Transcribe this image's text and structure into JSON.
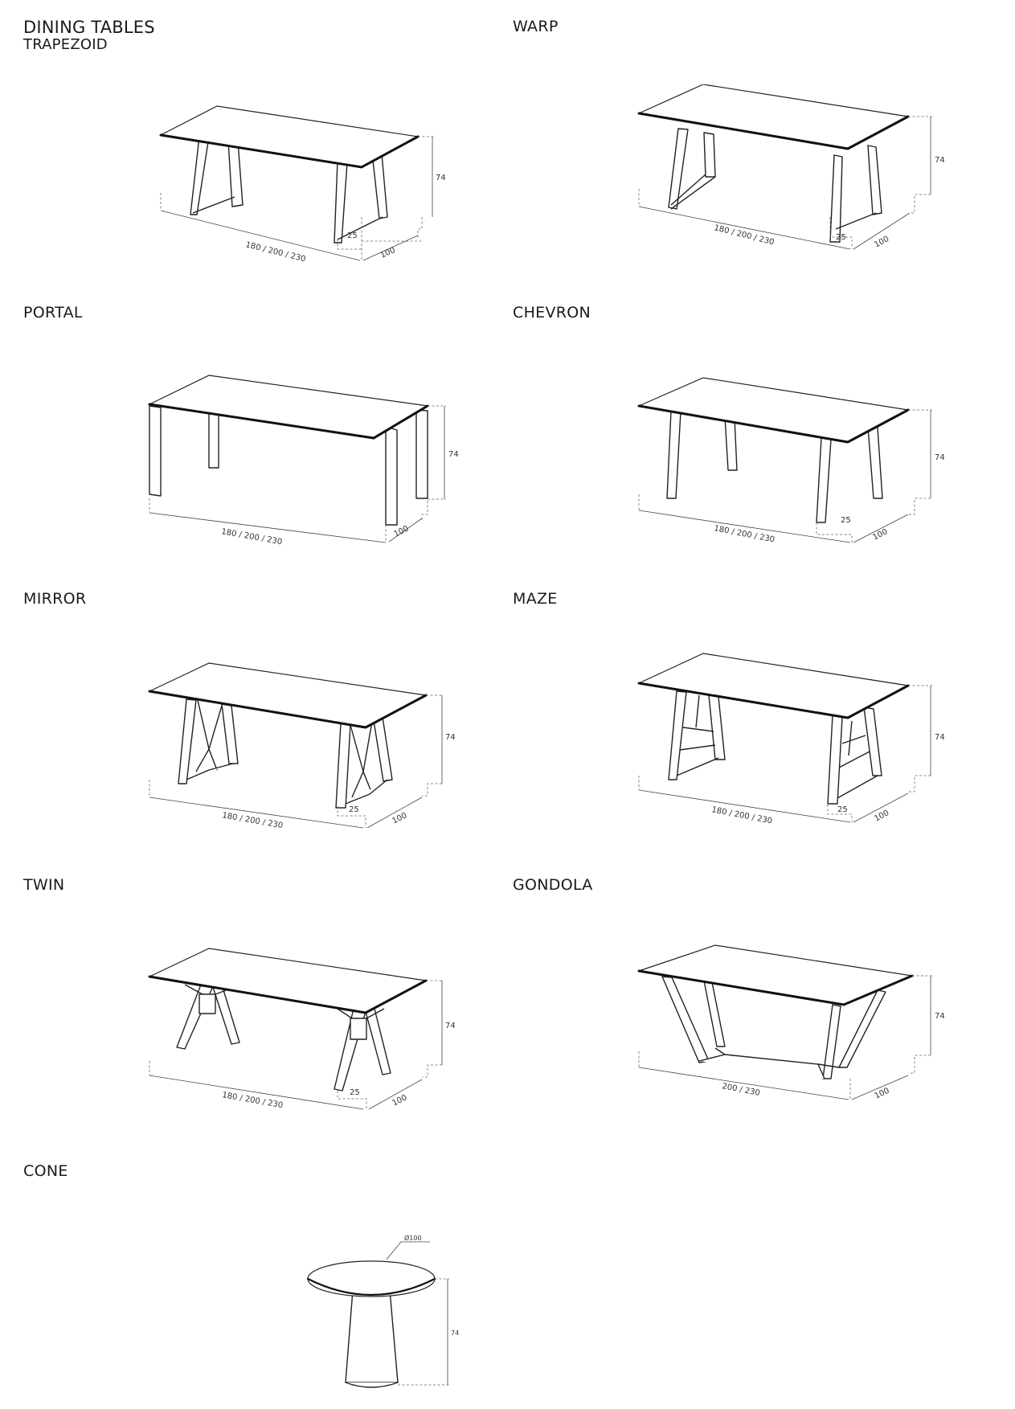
{
  "header": {
    "title": "DINING TABLES",
    "first_model": "TRAPEZOID"
  },
  "tables": [
    {
      "id": "trapezoid",
      "name": "TRAPEZOID",
      "length": "180 / 200 / 230",
      "depth": "100",
      "height": "74",
      "leg_offset": "25"
    },
    {
      "id": "warp",
      "name": "WARP",
      "length": "180 / 200 / 230",
      "depth": "100",
      "height": "74",
      "leg_offset": "25"
    },
    {
      "id": "portal",
      "name": "PORTAL",
      "length": "180 / 200 / 230",
      "depth": "100",
      "height": "74"
    },
    {
      "id": "chevron",
      "name": "CHEVRON",
      "length": "180 / 200 / 230",
      "depth": "100",
      "height": "74",
      "leg_offset": "25"
    },
    {
      "id": "mirror",
      "name": "MIRROR",
      "length": "180 / 200 / 230",
      "depth": "100",
      "height": "74",
      "leg_offset": "25"
    },
    {
      "id": "maze",
      "name": "MAZE",
      "length": "180 / 200 / 230",
      "depth": "100",
      "height": "74",
      "leg_offset": "25"
    },
    {
      "id": "twin",
      "name": "TWIN",
      "length": "180 / 200 / 230",
      "depth": "100",
      "height": "74",
      "leg_offset": "25"
    },
    {
      "id": "gondola",
      "name": "GONDOLA",
      "length": "200 / 230",
      "depth": "100",
      "height": "74"
    },
    {
      "id": "cone",
      "name": "CONE",
      "diameter": "Ø100",
      "height": "74"
    }
  ]
}
